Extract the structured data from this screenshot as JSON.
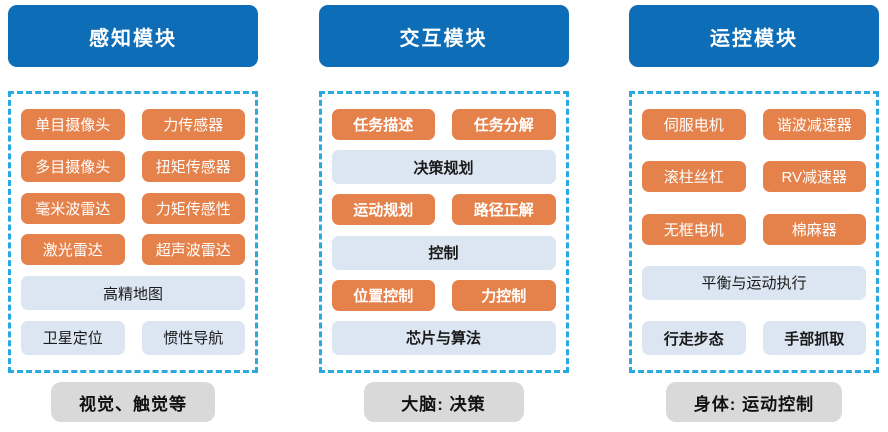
{
  "colors": {
    "header_blue": "#0d6db7",
    "chip_orange": "#e5824b",
    "chip_light": "#dce6f2",
    "footer_gray": "#d9d9d9",
    "dashed_border": "#2aa9e0"
  },
  "columns": [
    {
      "header": "感知模块",
      "footer": "视觉、触觉等",
      "chips": [
        {
          "label": "单目摄像头"
        },
        {
          "label": "力传感器"
        },
        {
          "label": "多目摄像头"
        },
        {
          "label": "扭矩传感器"
        },
        {
          "label": "毫米波雷达"
        },
        {
          "label": "力矩传感性"
        },
        {
          "label": "激光雷达"
        },
        {
          "label": "超声波雷达"
        },
        {
          "label": "高精地图"
        },
        {
          "label": "卫星定位"
        },
        {
          "label": "惯性导航"
        }
      ]
    },
    {
      "header": "交互模块",
      "footer": "大脑: 决策",
      "chips": [
        {
          "label": "任务描述"
        },
        {
          "label": "任务分解"
        },
        {
          "label": "决策规划"
        },
        {
          "label": "运动规划"
        },
        {
          "label": "路径正解"
        },
        {
          "label": "控制"
        },
        {
          "label": "位置控制"
        },
        {
          "label": "力控制"
        },
        {
          "label": "芯片与算法"
        }
      ]
    },
    {
      "header": "运控模块",
      "footer": "身体: 运动控制",
      "chips": [
        {
          "label": "伺服电机"
        },
        {
          "label": "谐波减速器"
        },
        {
          "label": "滚柱丝杠"
        },
        {
          "label": "RV减速器"
        },
        {
          "label": "无框电机"
        },
        {
          "label": "棉麻器"
        },
        {
          "label": "平衡与运动执行"
        },
        {
          "label": "行走步态"
        },
        {
          "label": "手部抓取"
        }
      ]
    }
  ]
}
